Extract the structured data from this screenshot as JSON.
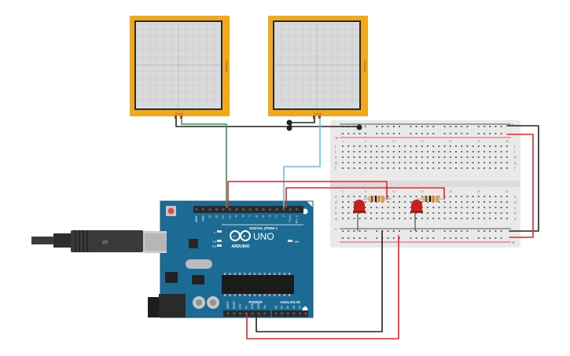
{
  "colors": {
    "wire_red": "#e8232b",
    "wire_black": "#222222",
    "wire_green": "#2aa04a",
    "wire_cyan": "#5ec4dd",
    "sensor_frame": "#f2a81d",
    "sensor_pad": "#d9dadb",
    "arduino_blue": "#1c6b94",
    "breadboard": "#e9e9e9",
    "led_red": "#c8201e"
  },
  "sensor_left": {
    "side_label": "Velostat",
    "pin_label": "Force"
  },
  "sensor_right": {
    "side_label": "Velostat",
    "pin_label": "Force"
  },
  "arduino": {
    "logo_text": "ARDUINO",
    "model": "UNO",
    "digital_label": "DIGITAL (PWM~)",
    "power_label": "POWER",
    "analog_label": "ANALOG IN",
    "on_label": "ON",
    "l_label": "L",
    "tx_label": "TX",
    "rx_label": "RX",
    "top_pins": [
      "AREF",
      "GND",
      "13",
      "12",
      "~11",
      "~10",
      "~9",
      "8",
      "7",
      "~6",
      "~5",
      "4",
      "~3",
      "2",
      "TX➔1",
      "RX←0"
    ],
    "power_pins": [
      "IOREF",
      "RESET",
      "3.3V",
      "5V",
      "GND",
      "GND",
      "Vin"
    ],
    "analog_pins": [
      "A0",
      "A1",
      "A2",
      "A3",
      "A4",
      "A5"
    ]
  },
  "breadboard": {
    "row_letters_top": [
      "j",
      "i",
      "h",
      "g",
      "f"
    ],
    "row_letters_bottom": [
      "e",
      "d",
      "c",
      "b",
      "a"
    ],
    "plus": "+",
    "minus": "-",
    "columns": [
      "1",
      "",
      "",
      "",
      "5",
      "",
      "",
      "",
      "",
      "10",
      "",
      "",
      "",
      "",
      "15",
      "",
      "",
      "",
      "",
      "20",
      "",
      "",
      "",
      "",
      "25",
      "",
      "",
      "",
      "",
      "30"
    ]
  }
}
